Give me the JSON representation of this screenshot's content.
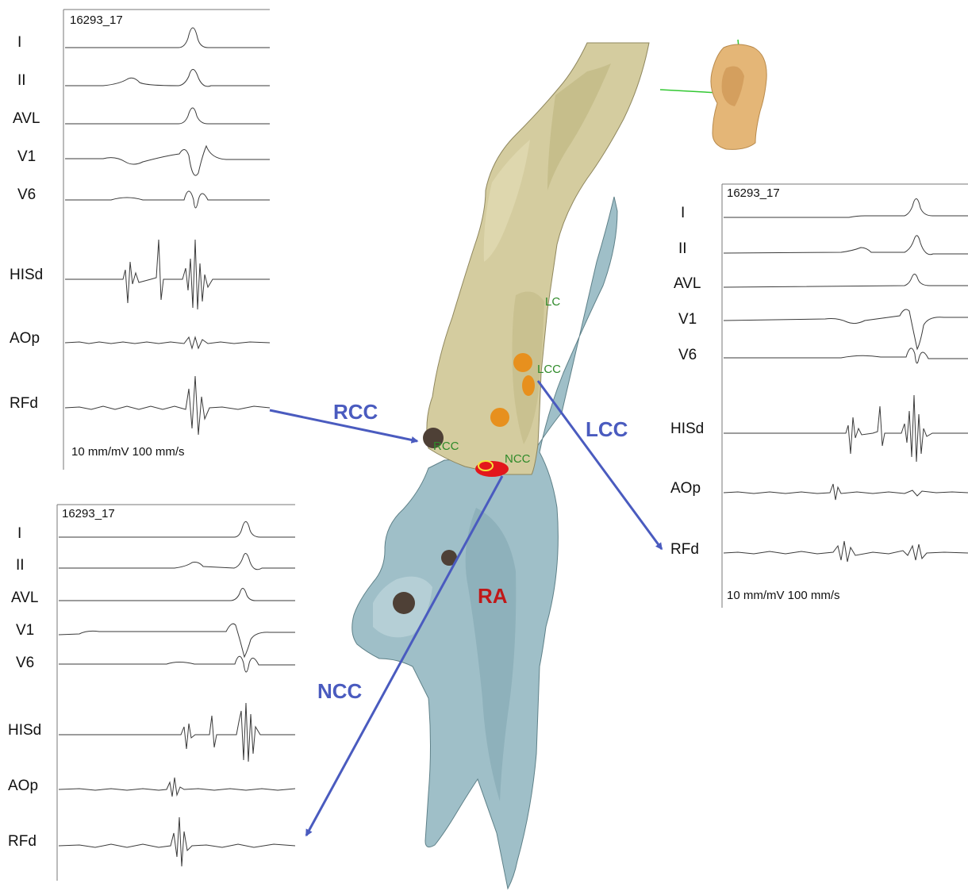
{
  "figure": {
    "panel_id": "16293_17",
    "scale_text": "10 mm/mV   100 mm/s",
    "lead_names": [
      "I",
      "II",
      "AVL",
      "V1",
      "V6",
      "HISd",
      "AOp",
      "RFd"
    ],
    "arrow_labels": {
      "rcc": "RCC",
      "lcc": "LCC",
      "ncc": "NCC"
    },
    "chamber_label": "RA",
    "marker_labels": {
      "lc": "LC",
      "lcc": "LCC",
      "rcc": "RCC",
      "ncc": "NCC"
    },
    "colors": {
      "aorta": "#d4cc9f",
      "atrium": "#9fbfc8",
      "arrow": "#4a5bbf",
      "ra_text": "#c01818",
      "ablation_point": "#e7901e",
      "dark_point": "#4e4036",
      "target_point": "#e3161c",
      "marker_text": "#2f8a2a",
      "orientation_model": "#e4b677",
      "axis_line": "#32c832"
    }
  }
}
